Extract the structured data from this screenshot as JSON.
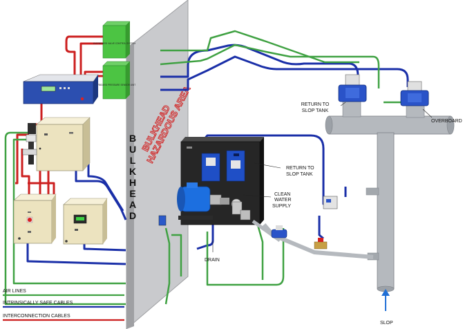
{
  "bulkhead_vertical": "BULKHEAD",
  "bulkhead_red_line1": "BULKHEAD",
  "bulkhead_red_line2": "HAZARDOUS AREA",
  "labels": {
    "return_to_slop_tank_1": "RETURN TO",
    "return_to_slop_tank_2": "SLOP TANK",
    "overboard": "OVERBOARD",
    "return_to_slop_tank_panel_1": "RETURN TO",
    "return_to_slop_tank_panel_2": "SLOP TANK",
    "clean_water_1": "CLEAN",
    "clean_water_2": "WATER",
    "clean_water_3": "SUPPLY",
    "drain": "DRAIN",
    "slop": "SLOP"
  },
  "legend": [
    {
      "label": "AIR LINES",
      "color": "#3fa142"
    },
    {
      "label": "INTRINSICALLY SAFE CABLES",
      "color": "#1a2fa8"
    },
    {
      "label": "INTERCONNECTION CABLES",
      "color": "#cc1f1f"
    }
  ],
  "green_box_1_text": "OVERBOARD VALVE CONTROL SYSTEM",
  "green_box_2_text": "OVERBOARD PRESSURE SENSOR UNIT",
  "colors": {
    "air": "#3fa142",
    "safe": "#1a2fa8",
    "interconnect": "#cc1f1f",
    "bulkhead": "#cfd0d2",
    "cabinet": "#eee6c8",
    "pipe": "#b9bec3",
    "valve": "#2a53c8"
  }
}
